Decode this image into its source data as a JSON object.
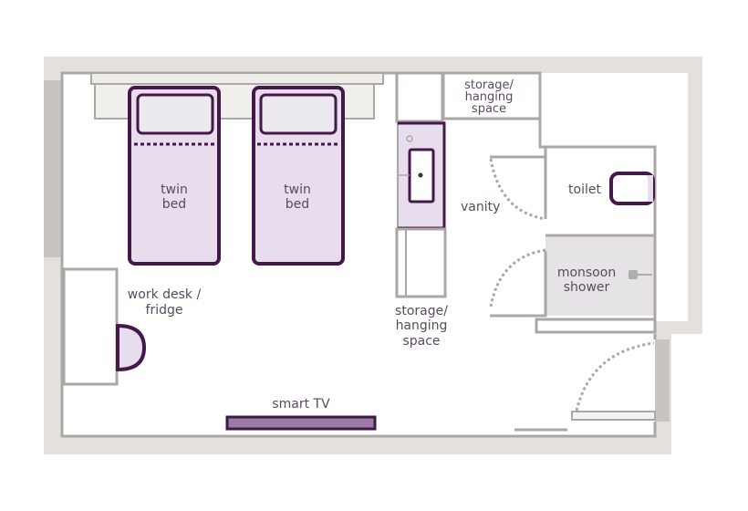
{
  "colors": {
    "wall_outer": "#e4e0dc",
    "wall_dark": "#c9c4bf",
    "wall_line": "#aaa7a4",
    "furniture_fill": "#e7ddec",
    "furniture_stroke": "#45184a",
    "tv_fill": "#9c7aa6",
    "shower_fill": "#e5e3e6"
  },
  "labels": {
    "bed1": {
      "line1": "twin",
      "line2": "bed"
    },
    "bed2": {
      "line1": "twin",
      "line2": "bed"
    },
    "desk": {
      "line1": "work desk /",
      "line2": "fridge"
    },
    "tv": "smart TV",
    "vanity": "vanity",
    "storage_lower": {
      "line1": "storage/",
      "line2": "hanging",
      "line3": "space"
    },
    "storage_upper": {
      "line1": "storage/",
      "line2": "hanging",
      "line3": "space"
    },
    "toilet": "toilet",
    "shower": {
      "line1": "monsoon",
      "line2": "shower"
    }
  }
}
